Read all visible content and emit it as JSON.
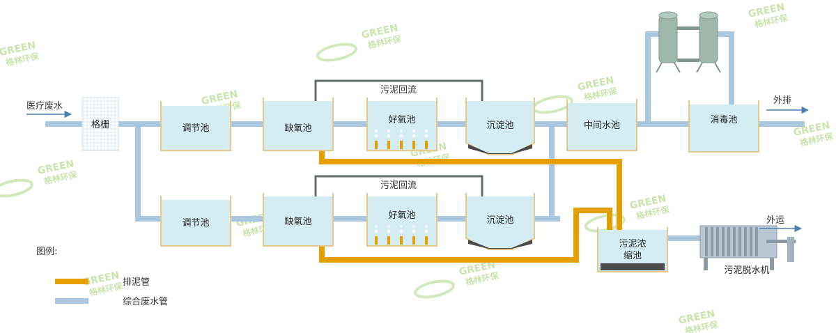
{
  "labels": {
    "inlet": "医疗废水",
    "screen": "格栅",
    "adjust_top": "调节池",
    "anoxic_top": "缺氧池",
    "aerobic_top": "好氧池",
    "settle_top": "沉淀池",
    "middle": "中间水池",
    "disinfect": "消毒池",
    "discharge": "外排",
    "return_top": "污泥回流",
    "adjust_bottom": "调节池",
    "anoxic_bottom": "缺氧池",
    "aerobic_bottom": "好氧池",
    "settle_bottom": "沉淀池",
    "return_bottom": "污泥回流",
    "thickener_line1": "污泥浓",
    "thickener_line2": "缩池",
    "outbound": "外运",
    "dewater": "污泥脱水机"
  },
  "legend": {
    "title": "图例:",
    "sludge_pipe": "排泥管",
    "water_pipe": "综合废水管"
  },
  "watermark": {
    "brand": "GREEN",
    "name": "格林环保"
  },
  "colors": {
    "sludge_pipe": "#e5a000",
    "water_pipe": "#a9c8e0",
    "return_line": "#5e6b6b",
    "tank_water": "#d3edf2",
    "tank_wall": "#e8c88a",
    "sludge": "#4a4a4a"
  }
}
